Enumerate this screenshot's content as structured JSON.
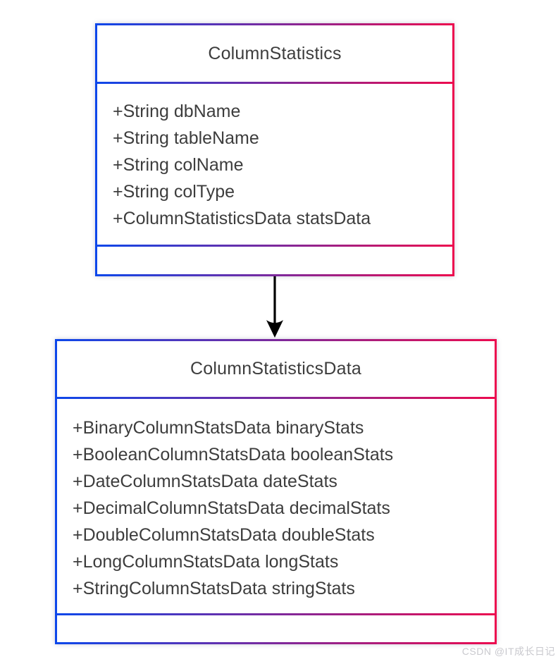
{
  "page": {
    "background": "#ffffff"
  },
  "diagram": {
    "style": {
      "gradient_start": "#0d47ea",
      "gradient_end": "#ec0b4f",
      "text_color": "#3d3d3d",
      "arrow_color": "#000000"
    },
    "classes": [
      {
        "name": "ColumnStatistics",
        "attributes": [
          "+String dbName",
          "+String tableName",
          "+String colName",
          "+String colType",
          "+ColumnStatisticsData statsData"
        ],
        "methods": []
      },
      {
        "name": "ColumnStatisticsData",
        "attributes": [
          "+BinaryColumnStatsData binaryStats",
          "+BooleanColumnStatsData booleanStats",
          "+DateColumnStatsData dateStats",
          "+DecimalColumnStatsData decimalStats",
          "+DoubleColumnStatsData doubleStats",
          "+LongColumnStatsData longStats",
          "+StringColumnStatsData stringStats"
        ],
        "methods": []
      }
    ],
    "relation": {
      "type": "directed-association",
      "from": "ColumnStatistics",
      "to": "ColumnStatisticsData"
    }
  },
  "watermark": {
    "text": "CSDN @IT成长日记"
  }
}
